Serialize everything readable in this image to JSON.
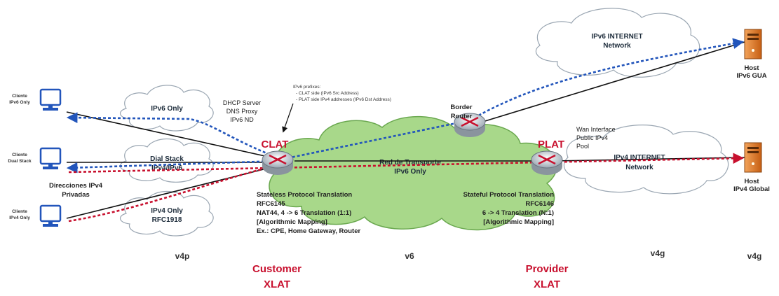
{
  "colors": {
    "ipv6_path": "#2255bb",
    "ipv4_path": "#c8102e",
    "cloud_fill": "#ffffff",
    "transport_cloud": "#a8d88a",
    "accent_red": "#c8102e"
  },
  "clients": {
    "ipv6": [
      "Cliente",
      "IPv6 Only"
    ],
    "dual": [
      "Cliente",
      "Dual Stack"
    ],
    "ipv4": [
      "Cliente",
      "IPv4 Only"
    ]
  },
  "clouds": {
    "ipv6only": "IPv6 Only",
    "dualstack": [
      "Dial Stack",
      "IPv4/IPv6"
    ],
    "ipv4only": [
      "IPv4 Only",
      "RFC1918"
    ],
    "ipv6internet": [
      "IPv6 INTERNET",
      "Network"
    ],
    "ipv4internet": [
      "IPv4 INTERNET",
      "Network"
    ],
    "transport": [
      "Red de Transporte",
      "IPv6 Only"
    ]
  },
  "private_addresses": [
    "Direcciones IPv4",
    "Privadas"
  ],
  "dhcp_block": [
    "DHCP Server",
    "DNS Proxy",
    "IPv6 ND"
  ],
  "ipv6_prefixes": [
    "IPv6 prefixes:",
    "- CLAT side (IPv6 Src Address)",
    "- PLAT side IPv4 addresses (IPv6 Dst Address)"
  ],
  "clat": {
    "title": "CLAT",
    "lines": [
      "Stateless Protocol Translation",
      "RFC6145",
      "NAT44, 4 -> 6 Translation (1:1)",
      "[Algorithmic Mapping]",
      "Ex.: CPE, Home Gateway, Router"
    ]
  },
  "plat": {
    "title": "PLAT",
    "lines": [
      "Stateful Protocol Translation",
      "RFC6146",
      "6 -> 4 Translation (N:1)",
      "[Algorithmic Mapping]"
    ]
  },
  "border_router": [
    "Border",
    "Router"
  ],
  "wan_interface": [
    "Wan Interface",
    "Public IPv4",
    "Pool"
  ],
  "hosts": {
    "ipv6": [
      "Host",
      "IPv6 GUA"
    ],
    "ipv4": [
      "Host",
      "IPv4 Global"
    ]
  },
  "zones": [
    "v4p",
    "v6",
    "v4g",
    "v4g"
  ],
  "customer_xlat": [
    "Customer",
    "XLAT"
  ],
  "provider_xlat": [
    "Provider",
    "XLAT"
  ]
}
